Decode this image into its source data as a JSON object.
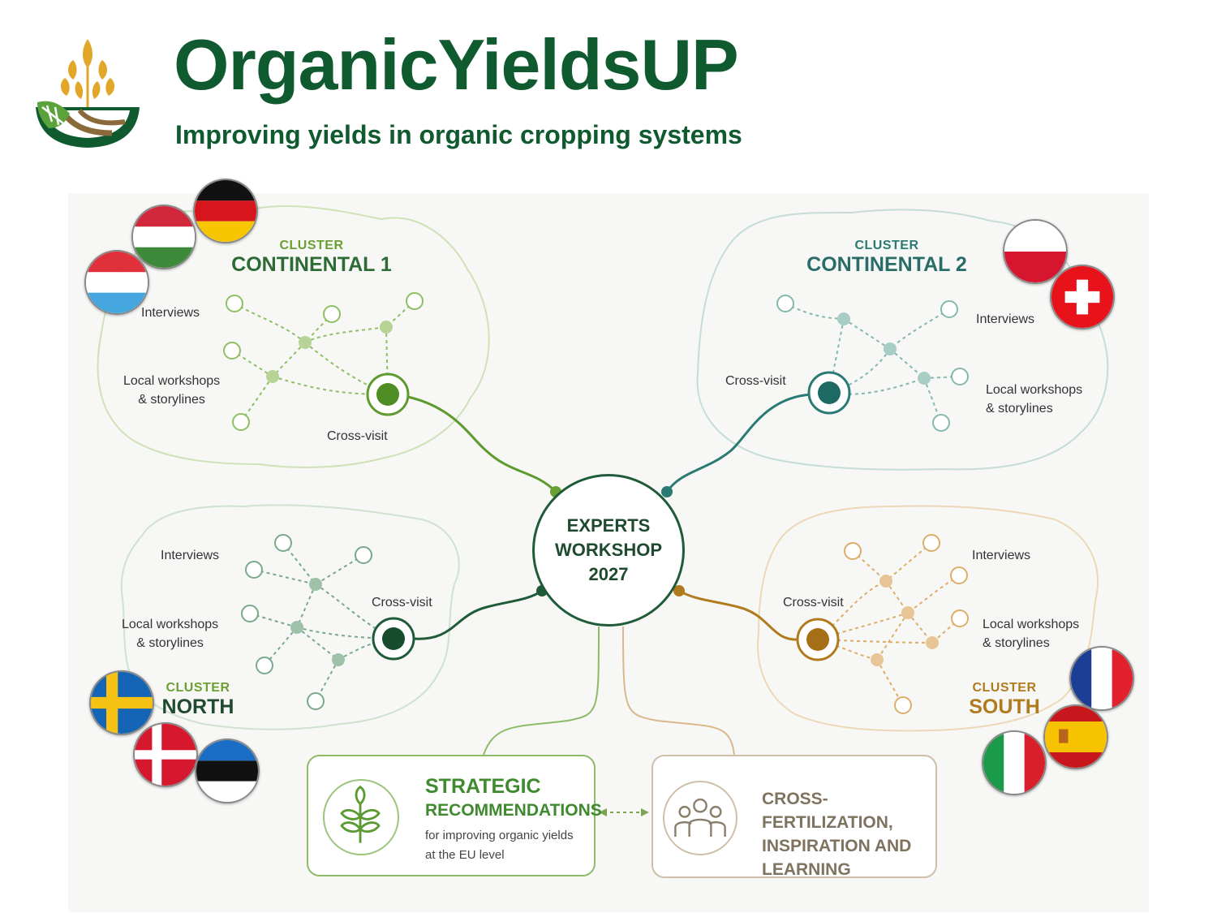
{
  "header": {
    "brand_main": "OrganicYields",
    "brand_up": "UP",
    "tagline": "Improving yields in organic cropping systems"
  },
  "center": {
    "line1": "EXPERTS",
    "line2": "WORKSHOP",
    "line3": "2027"
  },
  "clusters": {
    "continental1": {
      "kicker": "CLUSTER",
      "name": "CONTINENTAL 1",
      "interviews": "Interviews",
      "workshops_1": "Local workshops",
      "workshops_2": "& storylines",
      "crossvisit": "Cross-visit",
      "color": "#6b9f32",
      "flags": [
        "Germany",
        "Hungary",
        "Luxembourg"
      ]
    },
    "continental2": {
      "kicker": "CLUSTER",
      "name": "CONTINENTAL 2",
      "interviews": "Interviews",
      "workshops_1": "Local workshops",
      "workshops_2": "& storylines",
      "crossvisit": "Cross-visit",
      "color": "#2a7a74",
      "flags": [
        "Poland",
        "Switzerland"
      ]
    },
    "north": {
      "kicker": "CLUSTER",
      "name": "NORTH",
      "interviews": "Interviews",
      "workshops_1": "Local workshops",
      "workshops_2": "& storylines",
      "crossvisit": "Cross-visit",
      "color": "#1f5b38",
      "kicker_color": "#6b9f32",
      "flags": [
        "Sweden",
        "Denmark",
        "Estonia"
      ]
    },
    "south": {
      "kicker": "CLUSTER",
      "name": "SOUTH",
      "interviews": "Interviews",
      "workshops_1": "Local workshops",
      "workshops_2": "& storylines",
      "crossvisit": "Cross-visit",
      "color": "#b07a1e",
      "flags": [
        "France",
        "Spain",
        "Italy"
      ]
    }
  },
  "outputs": {
    "strategic": {
      "title_1": "STRATEGIC",
      "title_2": "RECOMMENDATIONS",
      "sub_1": "for improving organic yields",
      "sub_2": "at the EU level",
      "icon": "plant-sprout-icon",
      "color": "#3f8a2e"
    },
    "crossfert": {
      "title_1": "CROSS-FERTILIZATION,",
      "title_2": "INSPIRATION AND",
      "title_3": "LEARNING",
      "icon": "people-group-icon",
      "color": "#8a7e6b"
    }
  },
  "colors": {
    "brand_green": "#0f5a2f",
    "gold": "#c8922a"
  }
}
